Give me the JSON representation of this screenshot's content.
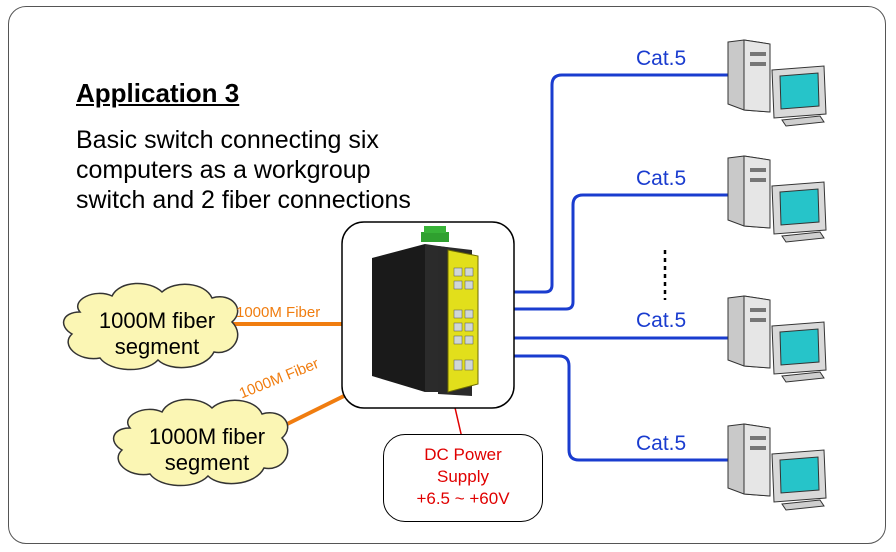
{
  "title": "Application 3",
  "description": [
    "Basic switch connecting six",
    "computers as a workgroup",
    "switch and 2 fiber connections"
  ],
  "cable_labels": [
    "Cat.5",
    "Cat.5",
    "Cat.5",
    "Cat.5"
  ],
  "fiber_labels": [
    "1000M Fiber",
    "1000M Fiber"
  ],
  "clouds": [
    {
      "line1": "1000M fiber",
      "line2": "segment"
    },
    {
      "line1": "1000M fiber",
      "line2": "segment"
    }
  ],
  "power": {
    "line1": "DC Power",
    "line2": "Supply",
    "line3": "+6.5 ~ +60V"
  },
  "colors": {
    "copper": "#1a3ccf",
    "fiber": "#f07d10",
    "power_line": "#e00000",
    "cloud": "#fbf6b4"
  },
  "icons": {
    "computer": "computer-icon",
    "switch": "industrial-switch-icon",
    "cloud": "cloud-icon",
    "ellipsis": "vertical-ellipsis-icon"
  }
}
